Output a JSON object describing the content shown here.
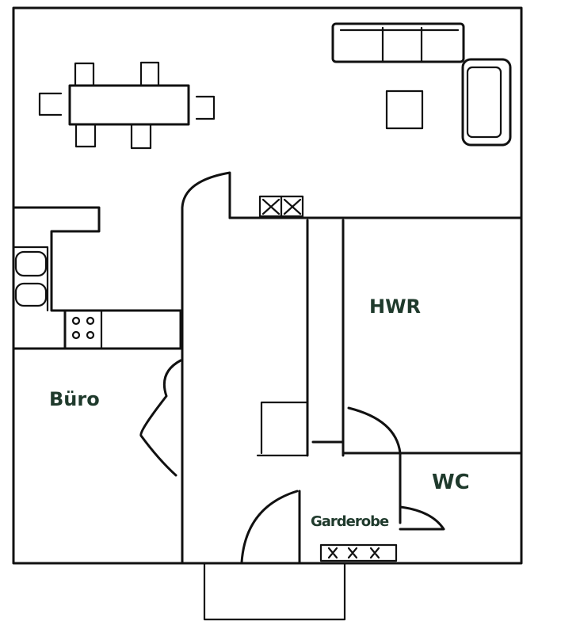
{
  "rooms": {
    "hwr": "HWR",
    "buero": "Büro",
    "wc": "WC",
    "garderobe": "Garderobe"
  },
  "colors": {
    "ink": "#111111",
    "label": "#1f3a2c"
  }
}
